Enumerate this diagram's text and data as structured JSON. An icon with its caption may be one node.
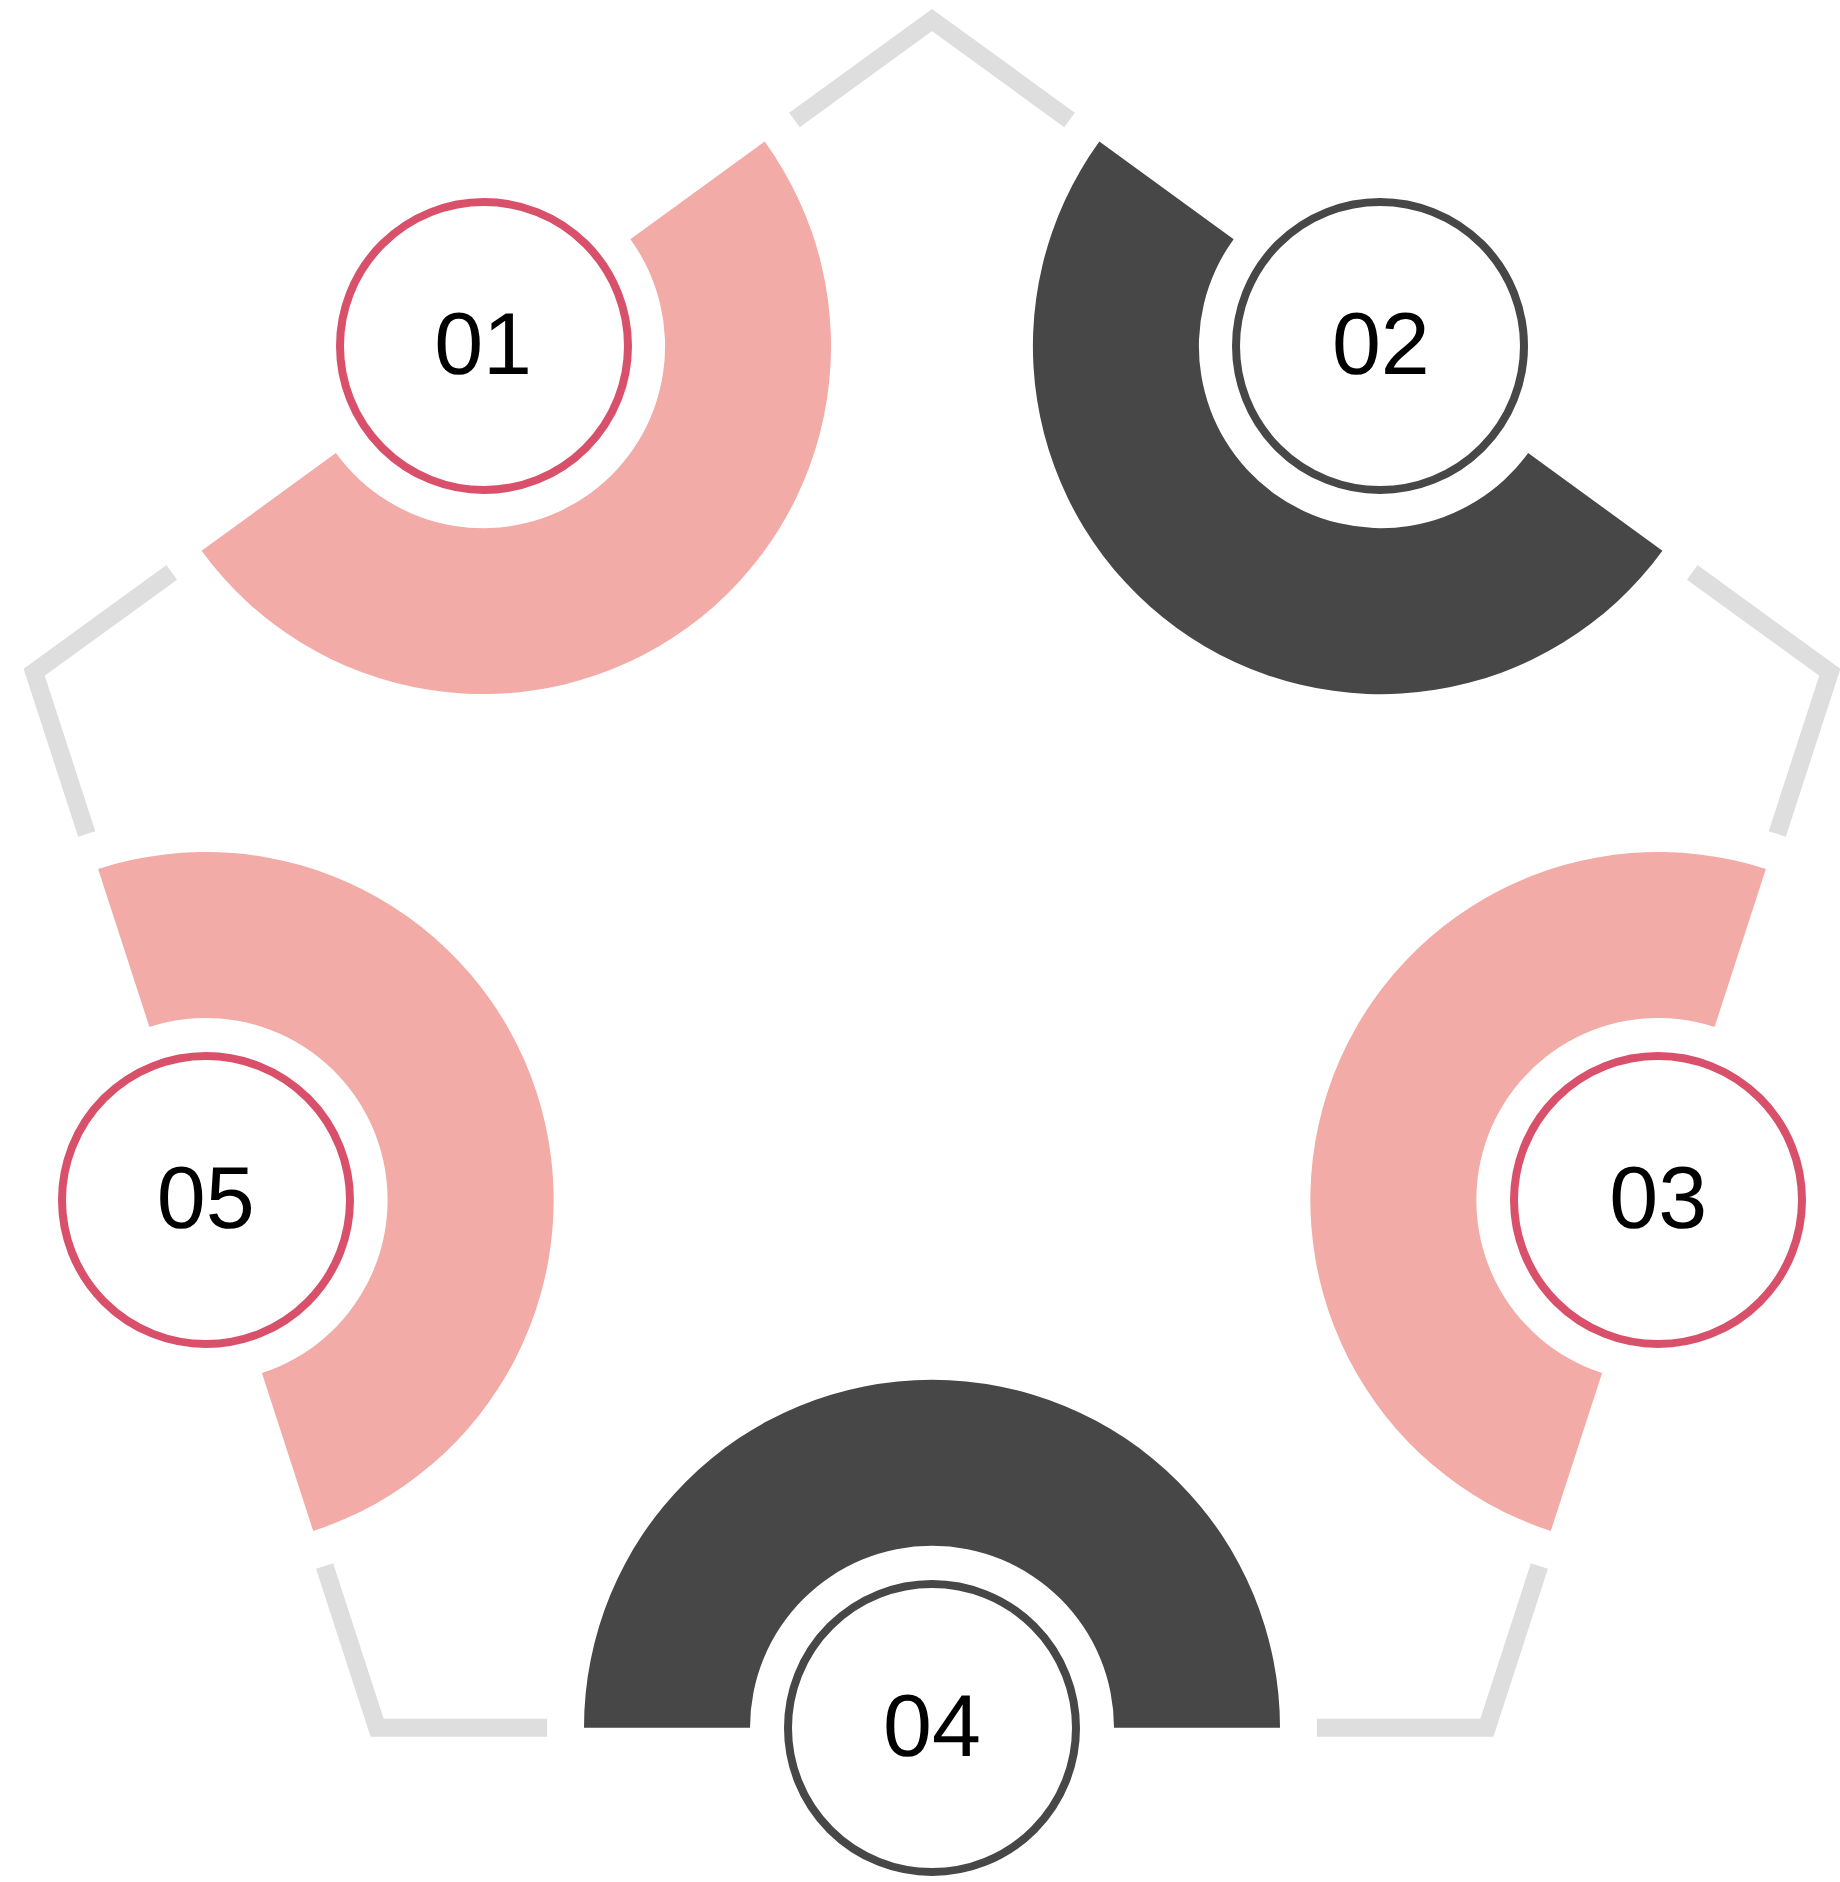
{
  "diagram": {
    "nodes": [
      {
        "text": [
          "01"
        ]
      },
      {
        "text": [
          "02"
        ]
      },
      {
        "text": [
          "03"
        ]
      },
      {
        "text": [
          "04"
        ]
      },
      {
        "text": [
          "05"
        ]
      }
    ]
  }
}
